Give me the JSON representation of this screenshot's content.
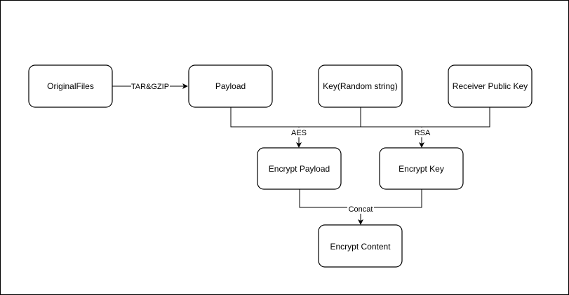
{
  "nodes": {
    "original_files": "OriginalFiles",
    "payload": "Payload",
    "key": "Key(Random string)",
    "receiver_public_key": "Receiver Public Key",
    "encrypt_payload": "Encrypt Payload",
    "encrypt_key": "Encrypt Key",
    "encrypt_content": "Encrypt Content"
  },
  "edges": {
    "tar_gzip": "TAR&GZIP",
    "aes": "AES",
    "rsa": "RSA",
    "concat": "Concat"
  }
}
